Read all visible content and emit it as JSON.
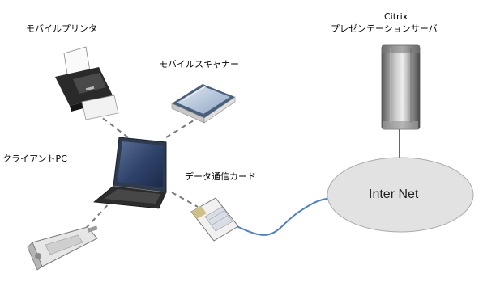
{
  "diagram": {
    "labels": {
      "mobile_printer": "モバイルプリンタ",
      "mobile_scanner": "モバイルスキャナー",
      "client_pc": "クライアントPC",
      "data_card": "データ通信カード",
      "server_line1": "Citrix",
      "server_line2": "プレゼンテーションサーバ",
      "internet": "Inter Net"
    },
    "nodes": [
      {
        "id": "mobile-printer",
        "icon": "printer-icon"
      },
      {
        "id": "mobile-scanner",
        "icon": "scanner-icon"
      },
      {
        "id": "client-pc",
        "icon": "laptop-icon"
      },
      {
        "id": "data-card",
        "icon": "pc-card-icon"
      },
      {
        "id": "usb-device",
        "icon": "usb-device-icon"
      },
      {
        "id": "citrix-server",
        "icon": "server-tower-icon"
      },
      {
        "id": "internet",
        "icon": "cloud-ellipse"
      }
    ],
    "edges": [
      {
        "from": "client-pc",
        "to": "mobile-printer",
        "style": "dashed"
      },
      {
        "from": "client-pc",
        "to": "mobile-scanner",
        "style": "dashed"
      },
      {
        "from": "client-pc",
        "to": "data-card",
        "style": "dashed"
      },
      {
        "from": "client-pc",
        "to": "usb-device",
        "style": "dashed"
      },
      {
        "from": "data-card",
        "to": "internet",
        "style": "cable"
      },
      {
        "from": "citrix-server",
        "to": "internet",
        "style": "solid"
      }
    ],
    "colors": {
      "cloud_fill": "#e2e2e2",
      "cloud_stroke": "#aaaaaa",
      "cable": "#4f7fc0",
      "dash": "#7a7a7a",
      "server_line": "#333333"
    }
  }
}
